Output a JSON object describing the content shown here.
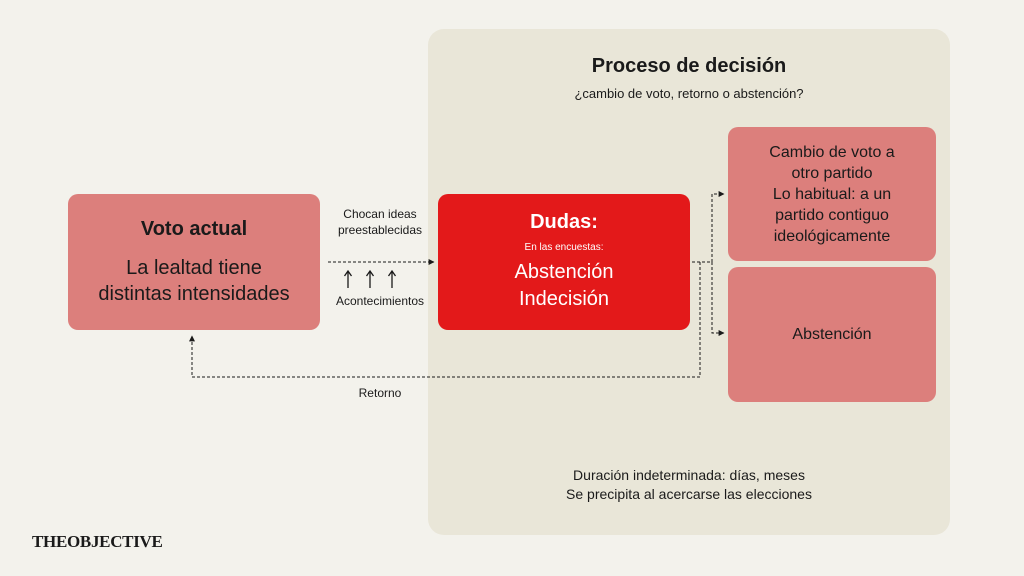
{
  "panel": {
    "title": "Proceso de decisión",
    "subtitle": "¿cambio de voto, retorno o abstención?",
    "footer": [
      "Duración indeterminada: días, meses",
      "Se precipita al acercarse las elecciones"
    ]
  },
  "voto_actual": {
    "title": "Voto actual",
    "body": [
      "La lealtad tiene",
      "distintas intensidades"
    ]
  },
  "dudas": {
    "title": "Dudas:",
    "note": "En las encuestas:",
    "items": [
      "Abstención",
      "Indecisión"
    ]
  },
  "outcomes": {
    "cambio": [
      "Cambio de voto a",
      "otro partido",
      "Lo habitual: a un",
      "partido contiguo",
      "ideológicamente"
    ],
    "abstencion": "Abstención"
  },
  "arrows": {
    "chocan": [
      "Chocan ideas",
      "preestablecidas"
    ],
    "acontecimientos": "Acontecimientos",
    "retorno": "Retorno"
  },
  "brand": "THEOBJECTIVE",
  "colors": {
    "background": "#f3f2ec",
    "panel": "#e9e6d8",
    "pink_box": "#dc7f7c",
    "red_box": "#e3191a"
  }
}
